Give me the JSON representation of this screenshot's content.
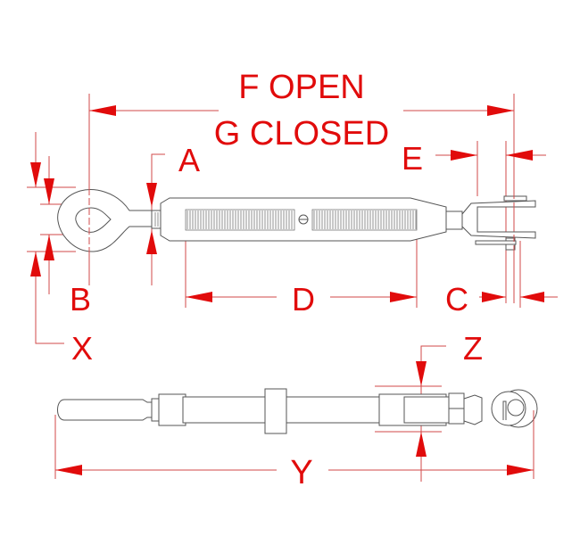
{
  "diagram": {
    "subject": "turnbuckle",
    "labels": {
      "f_open": "F OPEN",
      "g_closed": "G CLOSED",
      "a": "A",
      "b": "B",
      "c": "C",
      "d": "D",
      "e": "E",
      "x": "X",
      "y": "Y",
      "z": "Z"
    },
    "colors": {
      "dimension": "#e10b0b",
      "part_outline": "#555555"
    }
  }
}
